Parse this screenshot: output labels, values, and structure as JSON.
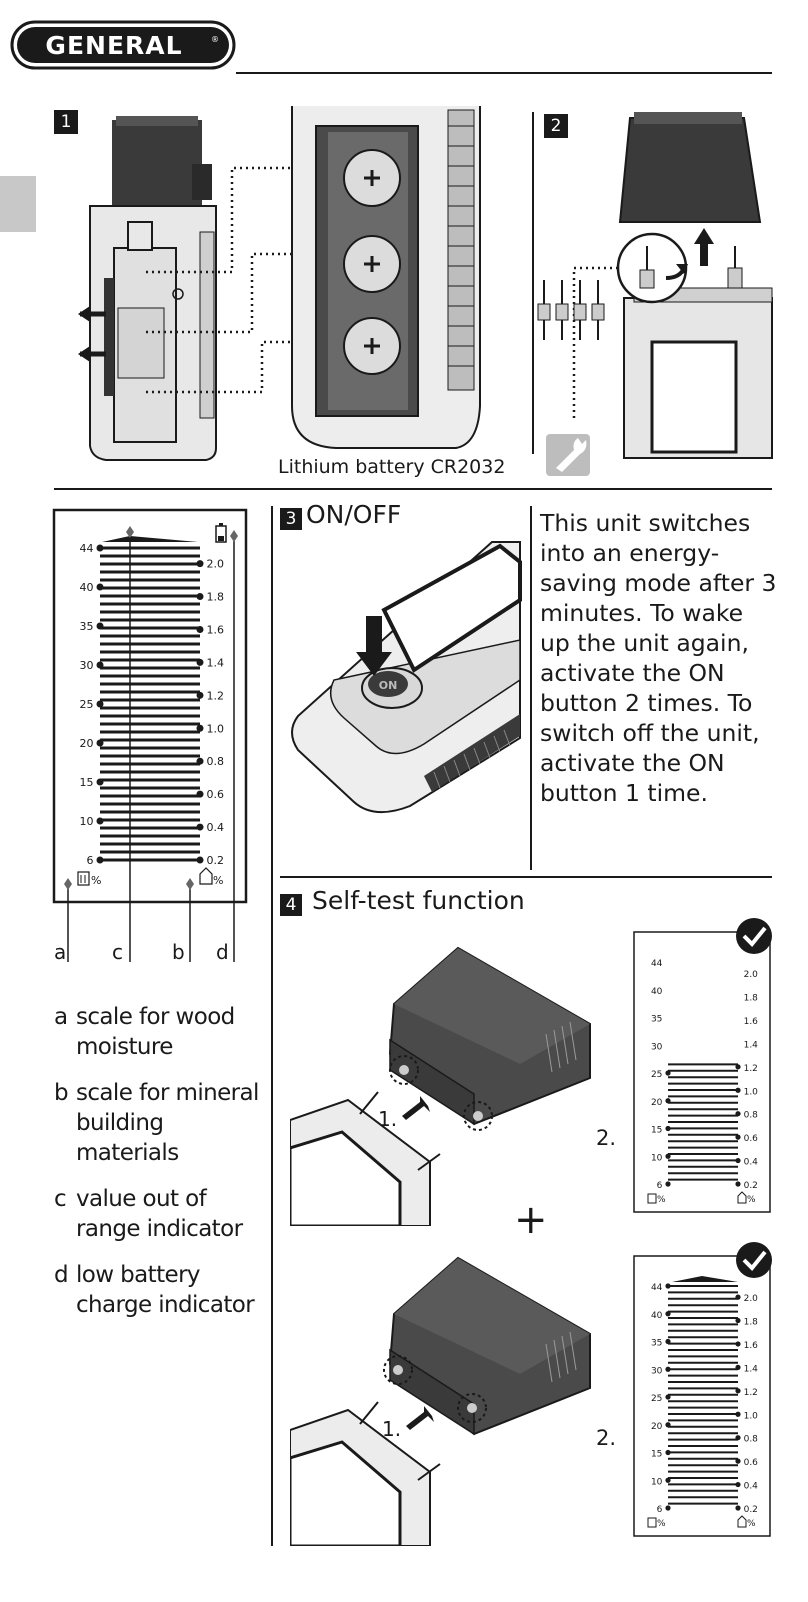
{
  "brand": {
    "name": "GENERAL",
    "reg": "®"
  },
  "section1": {
    "number": "1",
    "caption": "Lithium battery CR2032"
  },
  "section2": {
    "number": "2",
    "tool_icon": "wrench-icon"
  },
  "section3": {
    "number": "3",
    "title": "ON/OFF",
    "button_label": "ON",
    "description": "This unit switches into an energy-saving mode after 3 minutes. To wake up the unit again, activate the ON button 2 times. To switch off the unit, activate the ON button 1 time."
  },
  "section4": {
    "number": "4",
    "title": "Self-test function",
    "step1": "1.",
    "step2": "2.",
    "plus": "+"
  },
  "display": {
    "wood_scale": [
      "44",
      "40",
      "35",
      "30",
      "25",
      "20",
      "15",
      "10",
      "6"
    ],
    "mineral_scale": [
      "2.0",
      "1.8",
      "1.6",
      "1.4",
      "1.2",
      "1.0",
      "0.8",
      "0.6",
      "0.4",
      "0.2"
    ],
    "wood_unit": "%",
    "mineral_unit": "%",
    "battery_icon": "battery-icon",
    "wood_icon": "wood-icon",
    "building_icon": "house-icon"
  },
  "self_test_display_1": {
    "lit_fraction": 0.56,
    "check_icon": "checkmark-icon"
  },
  "self_test_display_2": {
    "lit_fraction": 1.0,
    "check_icon": "checkmark-icon"
  },
  "legend": [
    {
      "key": "a",
      "text": "scale for wood moisture"
    },
    {
      "key": "b",
      "text": "scale for mineral building materials"
    },
    {
      "key": "c",
      "text": "value out of range indicator"
    },
    {
      "key": "d",
      "text": "low battery charge indicator"
    }
  ],
  "colors": {
    "ink": "#1a1a1a",
    "device_dark": "#3a3a3a",
    "device_light": "#e6e6e6",
    "tab_grey": "#c8c8c8"
  }
}
